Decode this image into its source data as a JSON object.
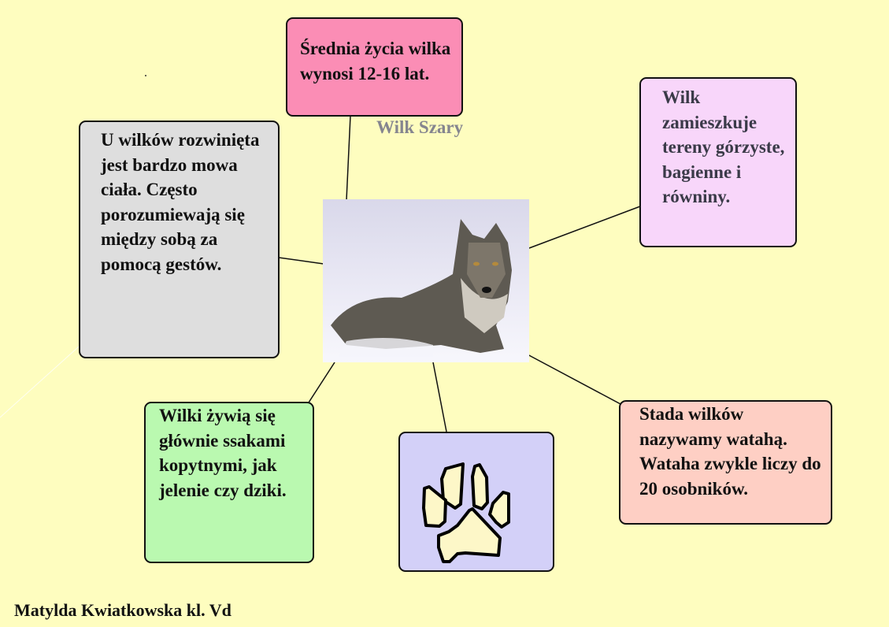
{
  "title": "Wilk Szary",
  "author": "Matylda Kwiatkowska kl. Vd",
  "colors": {
    "background": "#fefdbf",
    "lifespan": "#fb8db5",
    "body_language": "#dedede",
    "habitat": "#f8d6fa",
    "diet": "#baf9b0",
    "paw": "#d3d0f8",
    "pack": "#fecfc4"
  },
  "boxes": {
    "lifespan": "Średnia życia wilka wynosi 12-16 lat.",
    "body_language": "U wilków rozwinięta jest bardzo mowa ciała. Często porozumiewają się między sobą za pomocą gestów.",
    "habitat": "Wilk zamieszkuje tereny górzyste, bagienne i równiny.",
    "diet": "Wilki żywią się głównie ssakami kopytnymi, jak jelenie czy dziki.",
    "pack": "Stada wilków nazywamy watahą. Wataha zwykle liczy do 20 osobników."
  },
  "images": {
    "center": "wolf-photo",
    "paw": "paw-print-icon"
  }
}
